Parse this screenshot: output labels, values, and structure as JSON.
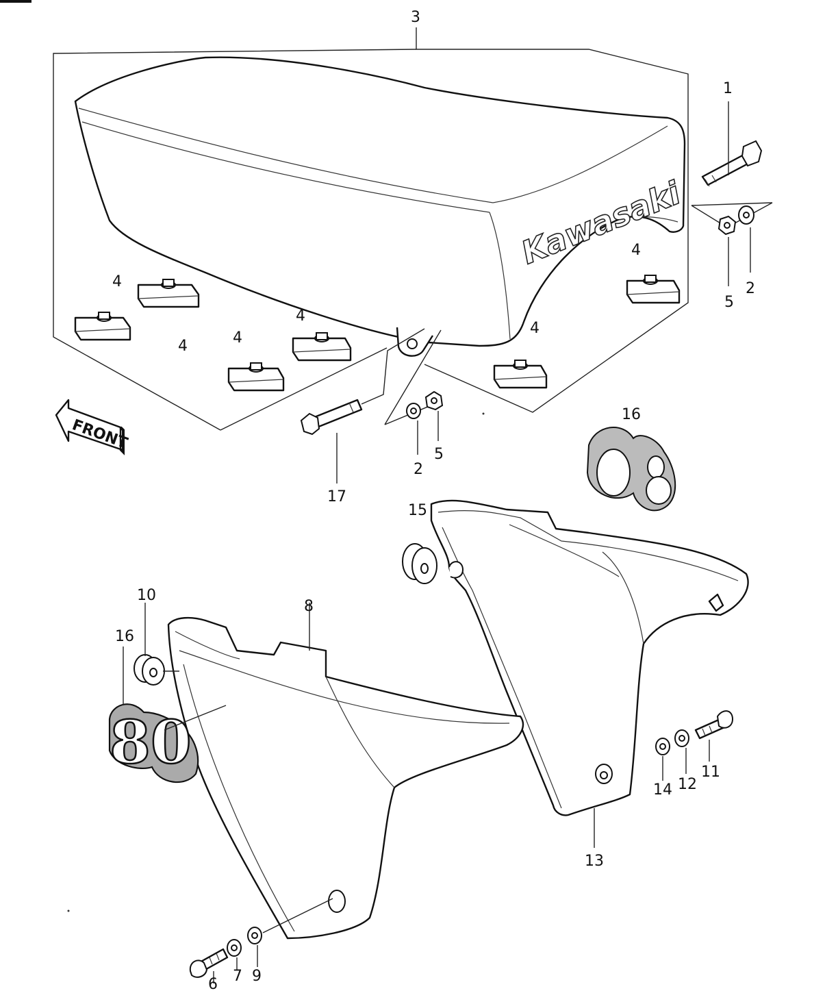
{
  "diagram": {
    "brand_text": "Kawasaki",
    "front_arrow_text": "FRONT",
    "emblem_text": "80",
    "callouts": [
      {
        "id": "c1",
        "text": "1"
      },
      {
        "id": "c2a",
        "text": "2"
      },
      {
        "id": "c2b",
        "text": "2"
      },
      {
        "id": "c3",
        "text": "3"
      },
      {
        "id": "c4a",
        "text": "4"
      },
      {
        "id": "c4b",
        "text": "4"
      },
      {
        "id": "c4c",
        "text": "4"
      },
      {
        "id": "c4d",
        "text": "4"
      },
      {
        "id": "c4e",
        "text": "4"
      },
      {
        "id": "c4f",
        "text": "4"
      },
      {
        "id": "c5a",
        "text": "5"
      },
      {
        "id": "c5b",
        "text": "5"
      },
      {
        "id": "c6",
        "text": "6"
      },
      {
        "id": "c7",
        "text": "7"
      },
      {
        "id": "c8",
        "text": "8"
      },
      {
        "id": "c9",
        "text": "9"
      },
      {
        "id": "c10",
        "text": "10"
      },
      {
        "id": "c11",
        "text": "11"
      },
      {
        "id": "c12",
        "text": "12"
      },
      {
        "id": "c13",
        "text": "13"
      },
      {
        "id": "c14",
        "text": "14"
      },
      {
        "id": "c15",
        "text": "15"
      },
      {
        "id": "c16a",
        "text": "16"
      },
      {
        "id": "c16b",
        "text": "16"
      },
      {
        "id": "c17",
        "text": "17"
      }
    ]
  }
}
